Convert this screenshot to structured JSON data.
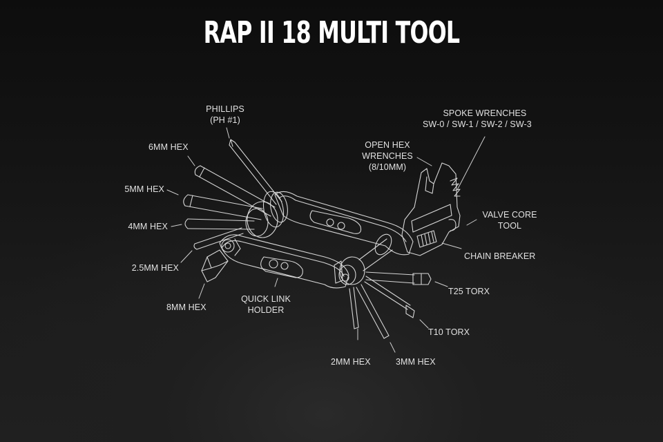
{
  "title": "RAP II 18 MULTI TOOL",
  "labels": {
    "phillips_line1": "PHILLIPS",
    "phillips_line2": "(PH #1)",
    "hex6": "6MM HEX",
    "hex5": "5MM HEX",
    "hex4": "4MM HEX",
    "hex25": "2.5MM HEX",
    "hex8": "8MM HEX",
    "quicklink_line1": "QUICK LINK",
    "quicklink_line2": "HOLDER",
    "hex2": "2MM HEX",
    "hex3": "3MM HEX",
    "t10": "T10 TORX",
    "t25": "T25 TORX",
    "chain": "CHAIN BREAKER",
    "valve_line1": "VALVE CORE",
    "valve_line2": "TOOL",
    "openhex_line1": "OPEN HEX",
    "openhex_line2": "WRENCHES",
    "openhex_line3": "(8/10MM)",
    "spoke_line1": "SPOKE WRENCHES",
    "spoke_line2": "SW-0 / SW-1 / SW-2 / SW-3"
  },
  "colors": {
    "line": "#d9d9d9",
    "text": "#e2e2e2",
    "title": "#ffffff"
  }
}
